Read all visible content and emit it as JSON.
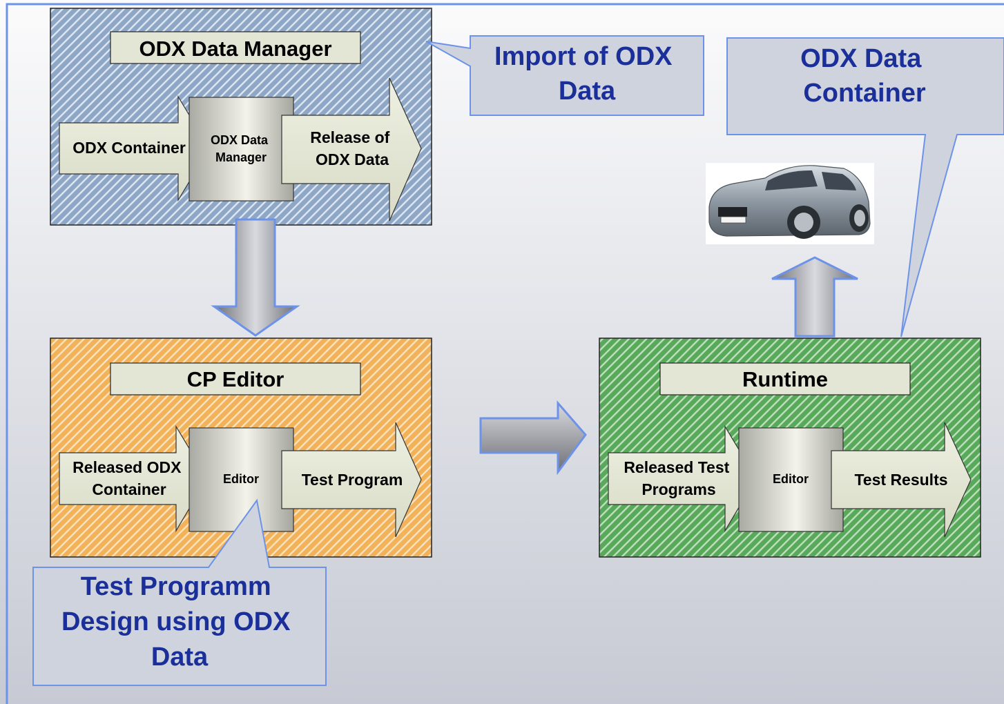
{
  "blocks": {
    "data_manager": {
      "title": "ODX Data Manager",
      "input": [
        "ODX Container"
      ],
      "process": [
        "ODX Data",
        "Manager"
      ],
      "output": [
        "Release of",
        "ODX Data"
      ]
    },
    "cp_editor": {
      "title": "CP Editor",
      "input": [
        "Released ODX",
        "Container"
      ],
      "process": [
        "Editor"
      ],
      "output": [
        "Test Program"
      ]
    },
    "runtime": {
      "title": "Runtime",
      "input": [
        "Released Test",
        "Programs"
      ],
      "process": [
        "Editor"
      ],
      "output": [
        "Test Results"
      ]
    }
  },
  "callouts": {
    "import": [
      "Import of ODX",
      "Data"
    ],
    "container": [
      "ODX Data",
      "Container"
    ],
    "design": [
      "Test Programm",
      "Design using ODX",
      "Data"
    ]
  },
  "icons": {
    "vehicle": "car-icon",
    "flow_down": "arrow-down-icon",
    "flow_right": "arrow-right-icon",
    "flow_up": "arrow-up-icon"
  },
  "colors": {
    "data_manager_fill": "#8ea7c6",
    "cp_editor_fill": "#f2b25a",
    "runtime_fill": "#59a95a",
    "callout_text": "#1a2f9a",
    "callout_border": "#6d93e8",
    "callout_fill": "#cfd3dd"
  }
}
